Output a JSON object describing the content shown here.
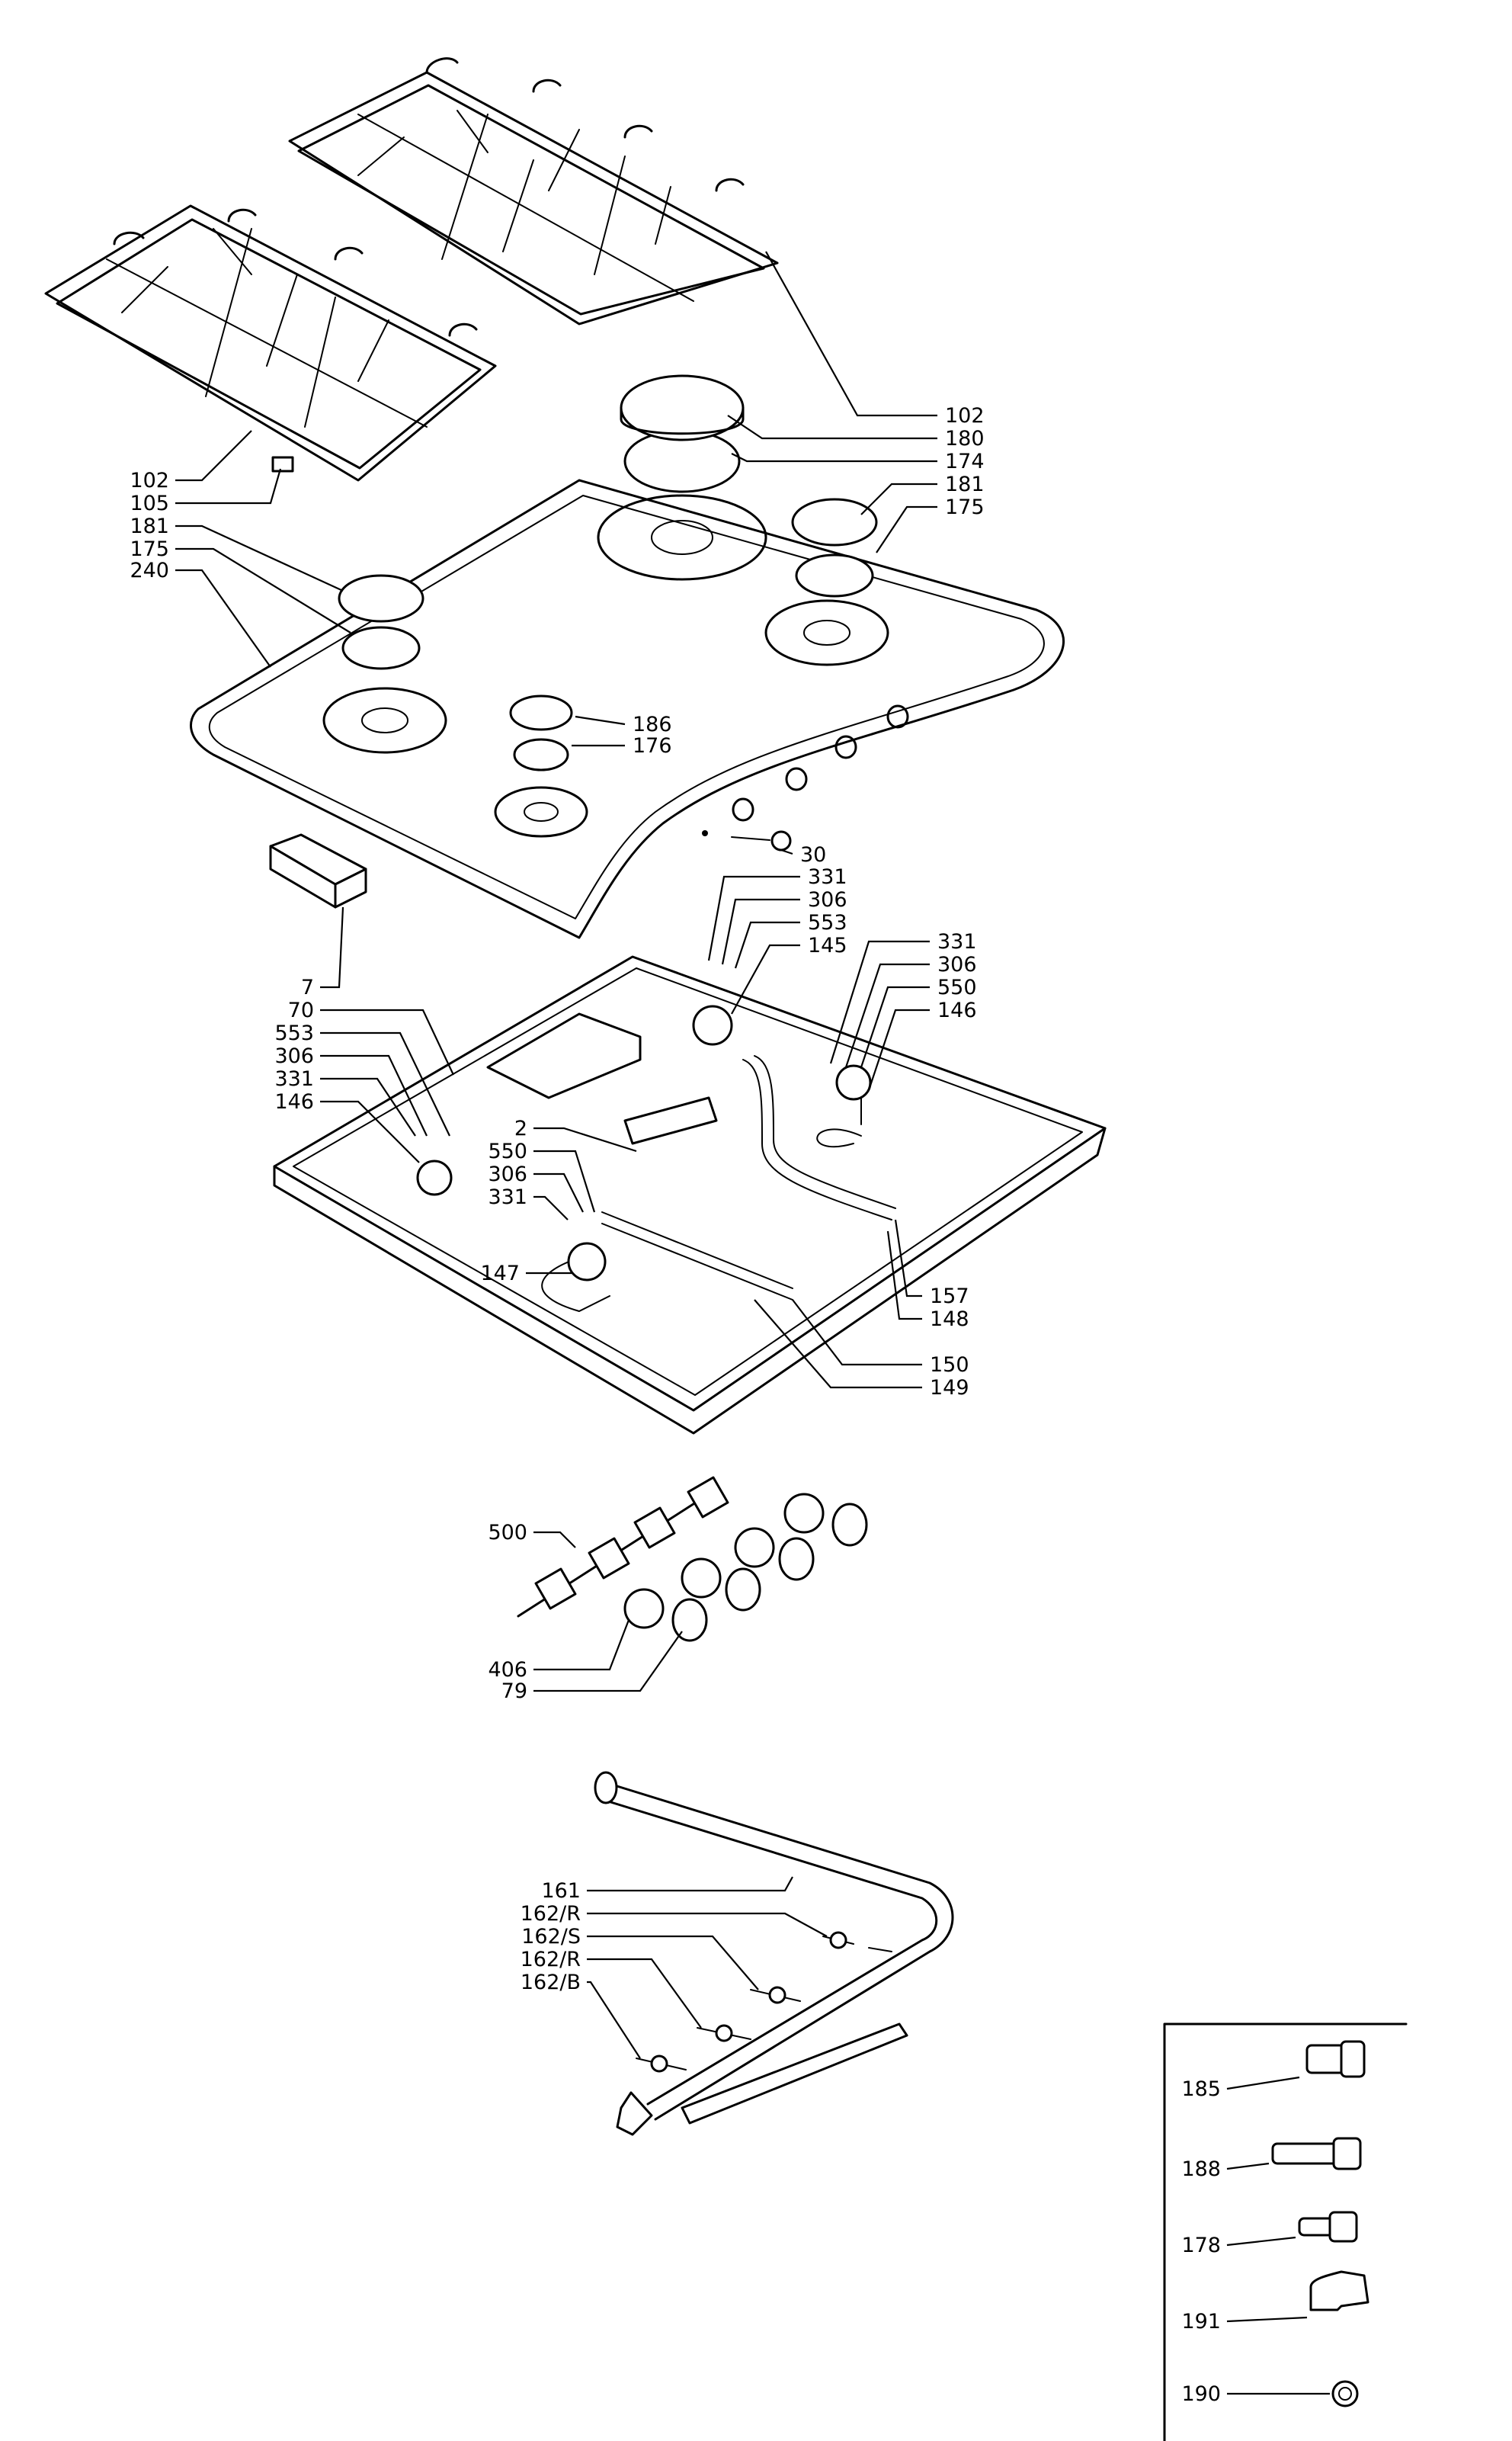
{
  "part_labels": [
    "102",
    "180",
    "174",
    "181",
    "175",
    "102",
    "105",
    "181",
    "175",
    "240",
    "186",
    "176",
    "30",
    "331",
    "306",
    "553",
    "145",
    "331",
    "306",
    "550",
    "146",
    "7",
    "70",
    "553",
    "306",
    "331",
    "146",
    "2",
    "550",
    "306",
    "331",
    "147",
    "157",
    "148",
    "150",
    "149",
    "500",
    "406",
    "79",
    "161",
    "162/R",
    "162/S",
    "162/R",
    "162/B",
    "185",
    "188",
    "178",
    "191",
    "190"
  ]
}
